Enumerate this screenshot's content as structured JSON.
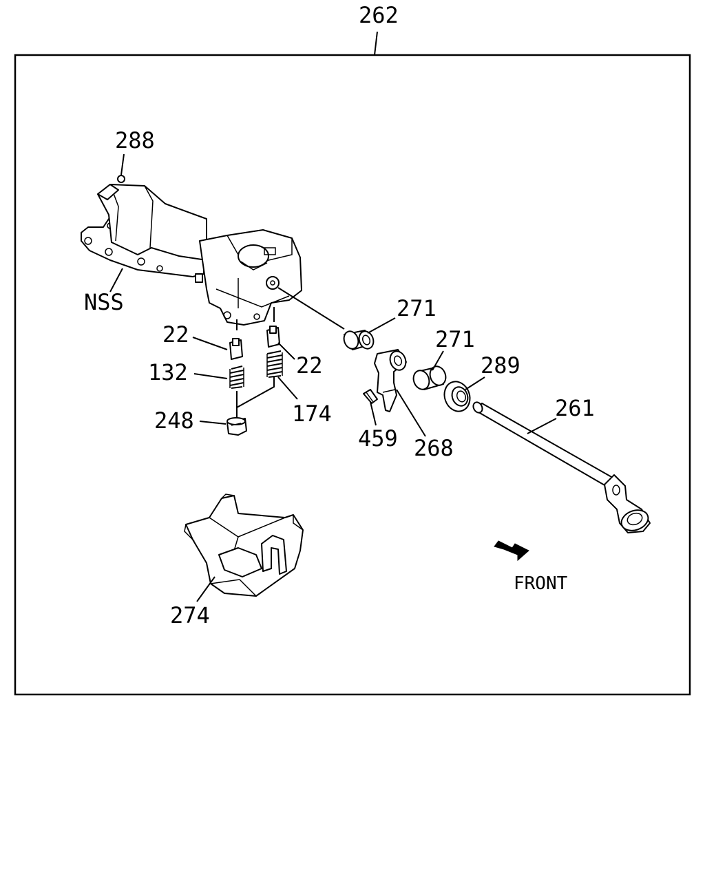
{
  "diagram": {
    "assembly_callout": "262",
    "callouts": {
      "c288": "288",
      "nss": "NSS",
      "c22_left": "22",
      "c22_right": "22",
      "c132": "132",
      "c174": "174",
      "c248": "248",
      "c271_a": "271",
      "c271_b": "271",
      "c289": "289",
      "c261": "261",
      "c459": "459",
      "c268": "268",
      "c274": "274"
    },
    "direction_label": "FRONT"
  }
}
